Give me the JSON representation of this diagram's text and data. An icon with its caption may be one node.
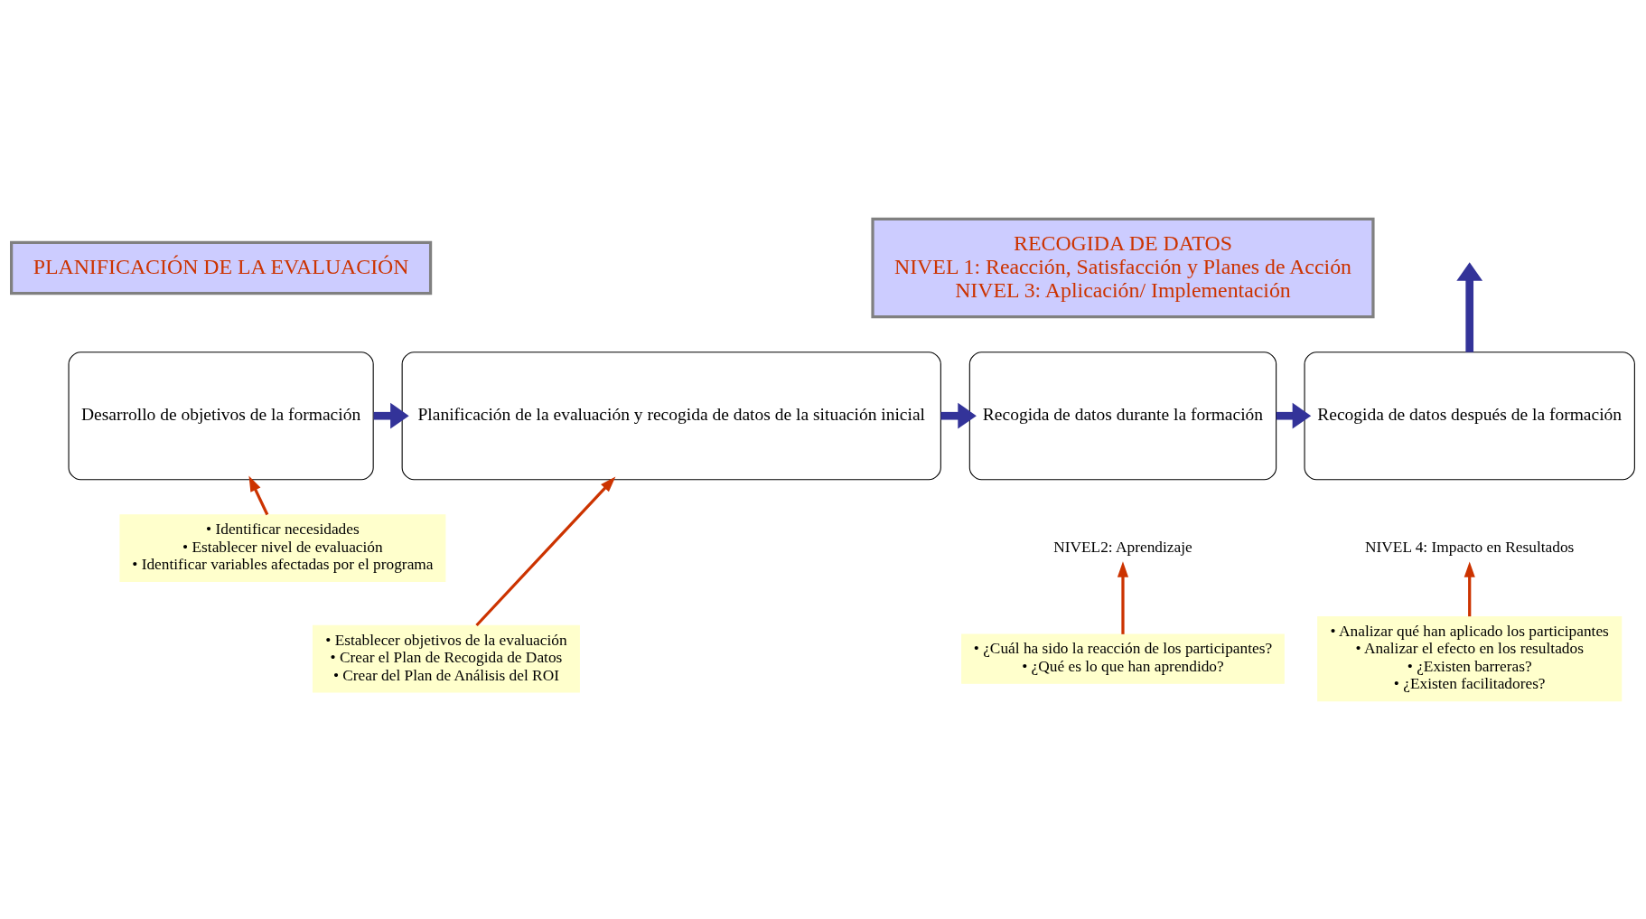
{
  "diagram": {
    "nodes": [
      {
        "text": [
          "PLANIFICACIÓN DE LA EVALUACIÓN"
        ]
      },
      {
        "text": [
          "RECOGIDA DE DATOS",
          "NIVEL 1: Reacción, Satisfacción y Planes de Acción",
          "NIVEL 3: Aplicación/ Implementación"
        ]
      },
      {
        "text": [
          "Desarrollo de objetivos de la formación"
        ]
      },
      {
        "text": [
          "Planificación de la evaluación y recogida de datos de la situación inicial"
        ]
      },
      {
        "text": [
          "Recogida de datos durante la formación"
        ]
      },
      {
        "text": [
          "Recogida de datos después de la formación"
        ]
      },
      {
        "text": [
          "NIVEL2: Aprendizaje"
        ]
      },
      {
        "text": [
          "NIVEL 4: Impacto en Resultados"
        ]
      },
      {
        "text": [
          "• Identificar necesidades",
          "• Establecer nivel de evaluación",
          "• Identificar variables afectadas por el programa"
        ]
      },
      {
        "text": [
          "• Establecer objetivos de la evaluación",
          "• Crear el Plan de Recogida de Datos",
          "• Crear del Plan de Análisis del ROI"
        ]
      },
      {
        "text": [
          "• ¿Cuál ha sido la reacción de los participantes?",
          "• ¿Qué es lo que han aprendido?"
        ]
      },
      {
        "text": [
          "• Analizar qué han aplicado los participantes",
          "• Analizar el efecto en los resultados",
          "• ¿Existen barreras?",
          "• ¿Existen facilitadores?"
        ]
      }
    ],
    "edges": [
      {
        "from": 2,
        "to": 3,
        "arrow": "to",
        "style": "thick",
        "color": "#333399"
      },
      {
        "from": 3,
        "to": 4,
        "arrow": "to",
        "style": "thick",
        "color": "#333399"
      },
      {
        "from": 4,
        "to": 5,
        "arrow": "to",
        "style": "thick",
        "color": "#333399"
      },
      {
        "from": 5,
        "to": null,
        "arrow": "to",
        "style": "thick",
        "color": "#333399"
      },
      {
        "from": 8,
        "to": 2,
        "arrow": "to",
        "color": "#cc3300"
      },
      {
        "from": 9,
        "to": 3,
        "arrow": "to",
        "color": "#cc3300"
      },
      {
        "from": 10,
        "to": 6,
        "arrow": "to",
        "color": "#cc3300"
      },
      {
        "from": 11,
        "to": 7,
        "arrow": "to",
        "color": "#cc3300"
      }
    ]
  }
}
